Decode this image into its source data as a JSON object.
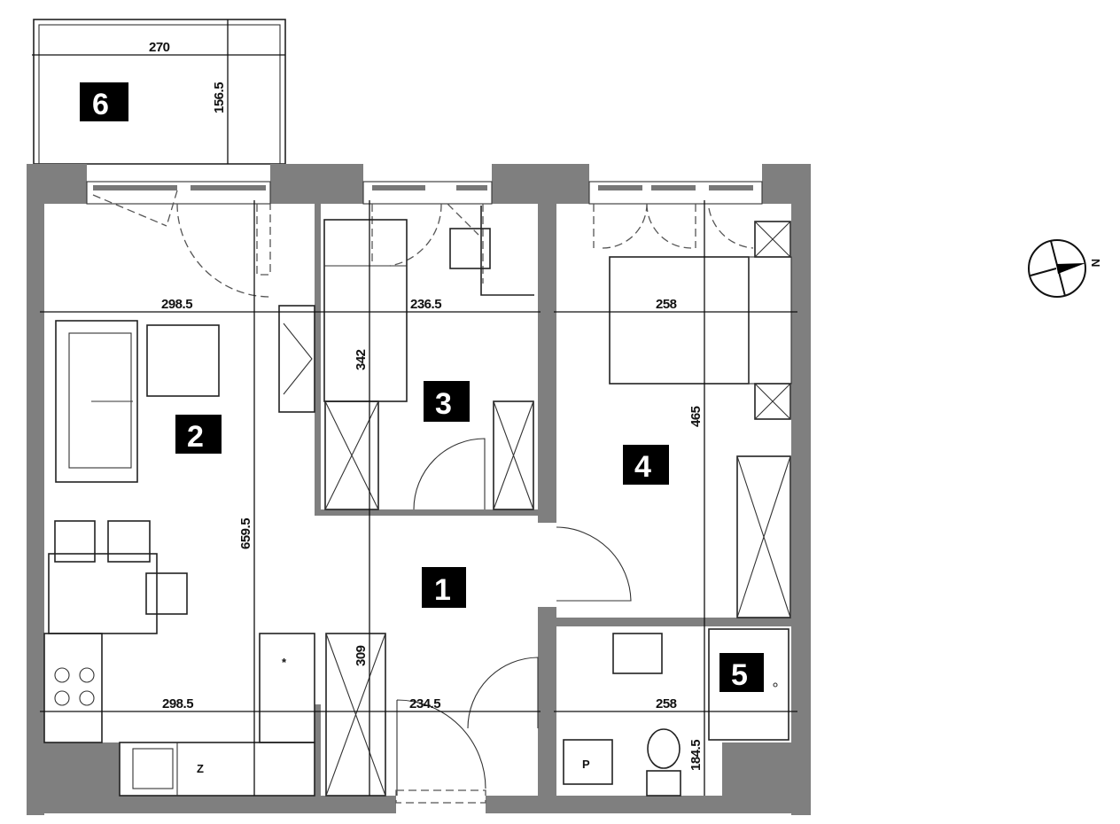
{
  "plan": {
    "rooms": [
      {
        "number": "1"
      },
      {
        "number": "2"
      },
      {
        "number": "3"
      },
      {
        "number": "4"
      },
      {
        "number": "5"
      },
      {
        "number": "6"
      }
    ],
    "dimensions": {
      "balcony_width": "270",
      "balcony_depth": "156.5",
      "room2_width_top": "298.5",
      "room3_width": "236.5",
      "room4_width": "258",
      "room3_depth": "342",
      "room2_depth": "659.5",
      "room4_depth": "465",
      "hall_depth": "309",
      "kitchen_width": "298.5",
      "hall_width": "234.5",
      "bath_width": "258",
      "bath_depth": "184.5"
    },
    "compass": {
      "label": "N"
    },
    "colors": {
      "wall": "#7f7f7f",
      "label_bg": "#000000"
    }
  }
}
